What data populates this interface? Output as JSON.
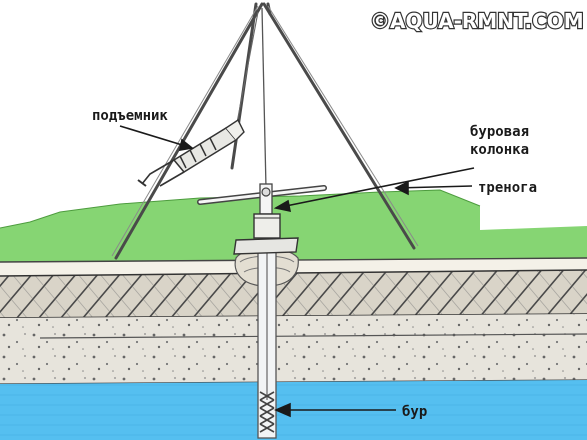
{
  "watermark": "©AQUA-RMNT.COM",
  "labels": {
    "hoist": "подъемник",
    "drill_column_line1": "буровая",
    "drill_column_line2": "колонка",
    "tripod": "тренога",
    "drill": "бур"
  },
  "colors": {
    "grass": "#7fd36b",
    "soil_light": "#f4f1e8",
    "hatch_band": "#d9d4c8",
    "gravel": "#e7e4dc",
    "water": "#55bff0",
    "pencil": "#3a3a3a"
  }
}
